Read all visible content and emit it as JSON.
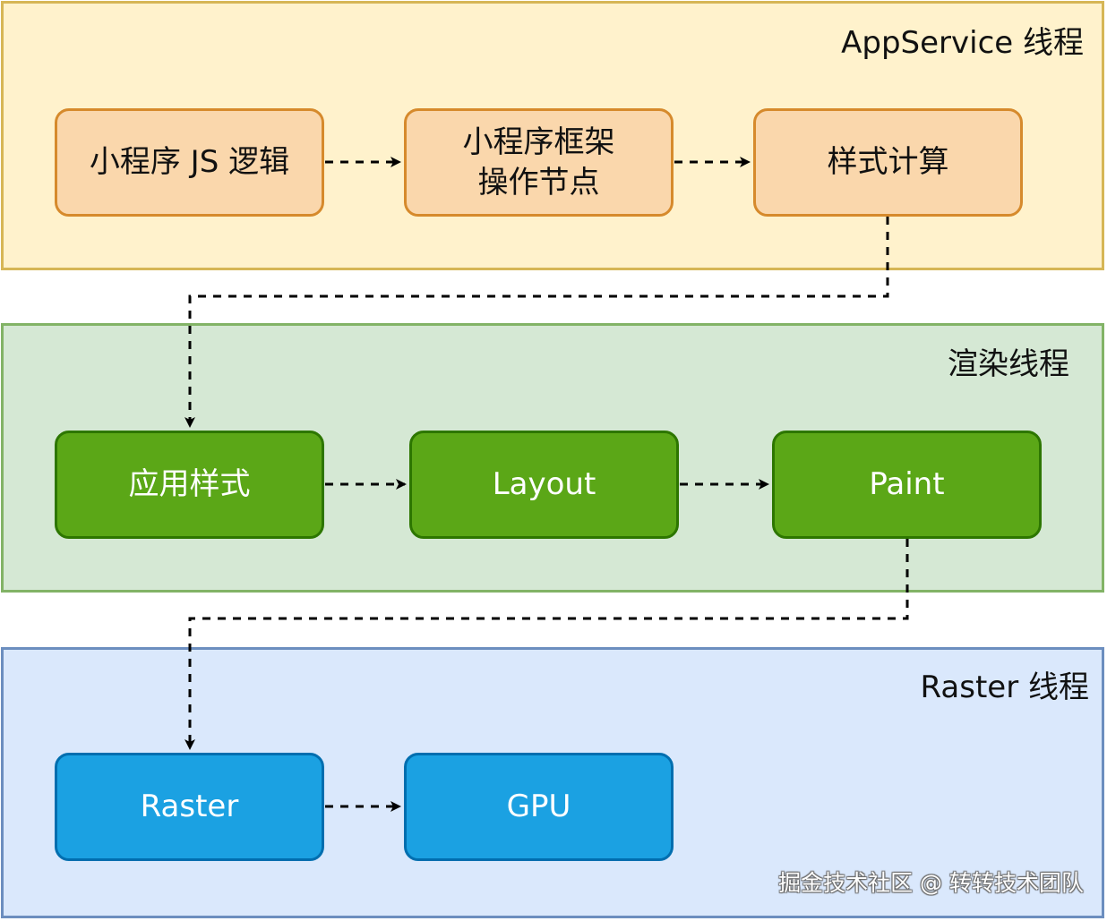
{
  "lanes": [
    {
      "id": "appservice",
      "title": "AppService 线程",
      "fill": "#fff2cc",
      "stroke": "#d6b656"
    },
    {
      "id": "render",
      "title": "渲染线程",
      "fill": "#d5e8d4",
      "stroke": "#82b366"
    },
    {
      "id": "raster",
      "title": "Raster 线程",
      "fill": "#dae8fc",
      "stroke": "#6c8ebf"
    }
  ],
  "nodes": {
    "js_logic": {
      "label": "小程序 JS 逻辑"
    },
    "framework_ops": {
      "line1": "小程序框架",
      "line2": "操作节点"
    },
    "style_calc": {
      "label": "样式计算"
    },
    "apply_style": {
      "label": "应用样式"
    },
    "layout": {
      "label": "Layout"
    },
    "paint": {
      "label": "Paint"
    },
    "raster": {
      "label": "Raster"
    },
    "gpu": {
      "label": "GPU"
    }
  },
  "watermark": "掘金技术社区 @ 转转技术团队",
  "colors": {
    "connector": "#000000"
  }
}
